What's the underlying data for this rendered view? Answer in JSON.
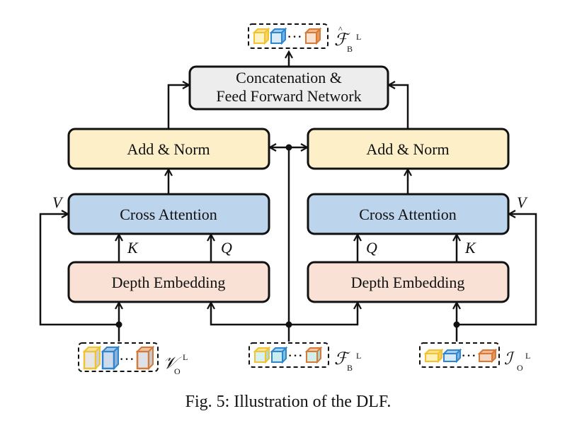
{
  "boxes": {
    "concat_line1": "Concatenation &",
    "concat_line2": "Feed Forward Network",
    "add_norm_left": "Add & Norm",
    "add_norm_right": "Add & Norm",
    "cross_attention_left": "Cross Attention",
    "cross_attention_right": "Cross Attention",
    "depth_embedding_left": "Depth Embedding",
    "depth_embedding_right": "Depth Embedding"
  },
  "arrow_labels": {
    "v_left": "V",
    "k_left": "K",
    "q_left": "Q",
    "q_right": "Q",
    "k_right": "K",
    "v_right": "V"
  },
  "tokens": {
    "top": {
      "symbol": "ℱ",
      "hat": "^",
      "sub": "B",
      "sup": "L",
      "ellipsis": "···"
    },
    "vision": {
      "symbol": "𝒱",
      "sub": "O",
      "sup": "L",
      "ellipsis": "···"
    },
    "base": {
      "symbol": "ℱ",
      "sub": "B",
      "sup": "L",
      "ellipsis": "···"
    },
    "text": {
      "symbol": "ℐ",
      "sub": "O",
      "sup": "L",
      "ellipsis": "···"
    }
  },
  "caption": "Fig. 5: Illustration of the DLF.",
  "colors": {
    "concat_fill": "#ededed",
    "add_norm_fill": "#fdf0c8",
    "cross_attention_fill": "#bcd4ec",
    "depth_embedding_fill": "#f9e1d6",
    "border": "#111111",
    "cube_yellow": "#f6c93c",
    "cube_blue": "#3f8fd2",
    "cube_orange": "#d9803b",
    "cube_teal": "#5ec7c4",
    "cube_gray": "#b9c2d0"
  }
}
